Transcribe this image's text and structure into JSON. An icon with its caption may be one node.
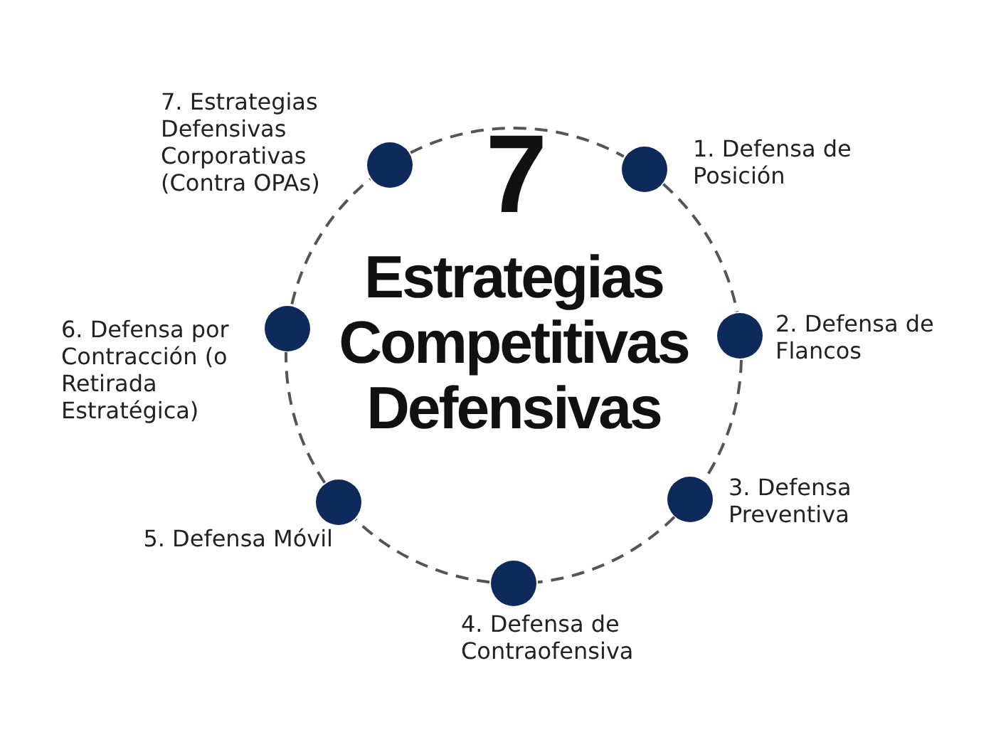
{
  "diagram": {
    "title": "Estrategias Competitivas Defensivas",
    "nodes": [
      {
        "text": [],
        "shape": "circle",
        "beside": [
          "1. Defensa de Posición"
        ]
      },
      {
        "text": [],
        "shape": "circle",
        "beside": [
          "2. Defensa de Flancos"
        ]
      },
      {
        "text": [],
        "shape": "circle",
        "beside": [
          "3. Defensa Preventiva"
        ]
      },
      {
        "text": [],
        "shape": "circle",
        "beside": [
          "4. Defensa de Contraofensiva"
        ]
      },
      {
        "text": [],
        "shape": "circle",
        "beside": [
          "5. Defensa Móvil"
        ]
      },
      {
        "text": [],
        "shape": "circle",
        "beside": [
          "6. Defensa por Contracción (o Retirada Estratégica)"
        ]
      },
      {
        "text": [],
        "shape": "circle",
        "beside": [
          "7. Estrategias Defensivas Corporativas (Contra OPAs)"
        ]
      }
    ],
    "edges": [
      {
        "from": 0,
        "to": 1,
        "arrow": "none",
        "style": "dashed"
      },
      {
        "from": 1,
        "to": 2,
        "arrow": "none",
        "style": "dashed"
      },
      {
        "from": 2,
        "to": 3,
        "arrow": "none",
        "style": "dashed"
      },
      {
        "from": 3,
        "to": 4,
        "arrow": "none",
        "style": "dashed"
      },
      {
        "from": 4,
        "to": 5,
        "arrow": "none",
        "style": "dashed"
      },
      {
        "from": 5,
        "to": 6,
        "arrow": "none",
        "style": "dashed"
      },
      {
        "from": 6,
        "to": 0,
        "arrow": "none",
        "style": "dashed"
      }
    ],
    "labels": [
      "7"
    ]
  }
}
